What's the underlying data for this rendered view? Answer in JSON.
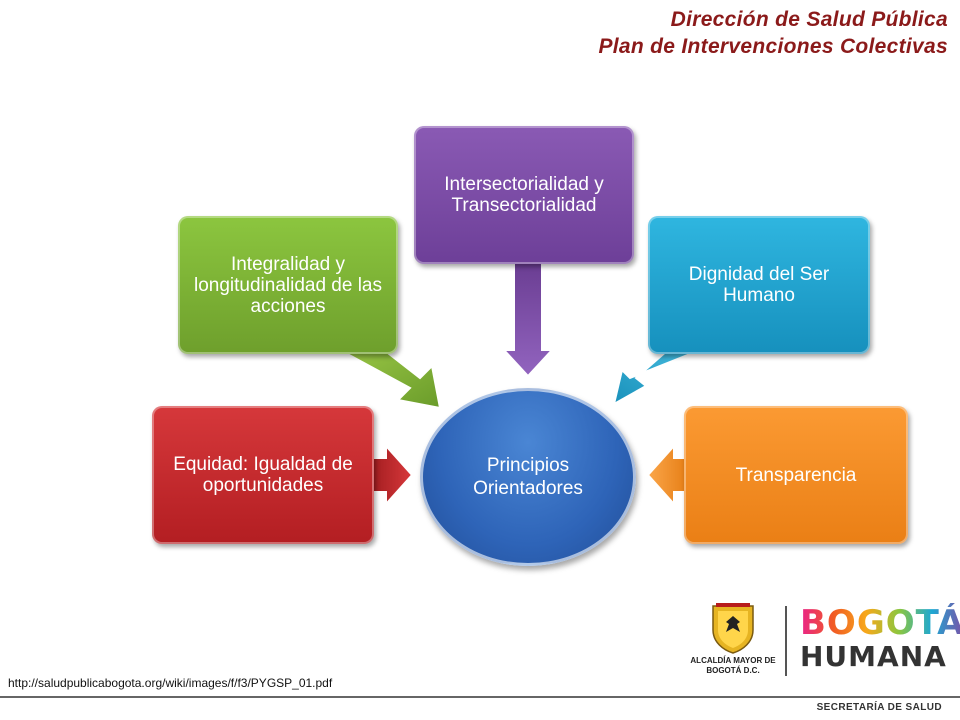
{
  "header": {
    "line1": "Dirección de Salud Pública",
    "line2": "Plan de Intervenciones Colectivas"
  },
  "center": {
    "label": "Principios Orientadores",
    "color": "#2e64b8"
  },
  "boxes": [
    {
      "label": "Equidad: Igualdad de oportunidades",
      "color": "#c8282b"
    },
    {
      "label": "Integralidad y longitudinalidad de las acciones",
      "color": "#7fb433"
    },
    {
      "label": "Intersectorialidad y Transectorialidad",
      "color": "#7e4ea6"
    },
    {
      "label": "Dignidad del Ser Humano",
      "color": "#1ea8d3"
    },
    {
      "label": "Transparencia",
      "color": "#f68c1f"
    }
  ],
  "source_url": "http://saludpublicabogota.org/wiki/images/f/f3/PYGSP_01.pdf",
  "logo": {
    "alcaldia": "ALCALDÍA MAYOR DE BOGOTÁ D.C.",
    "bogota": "BOGOTÁ",
    "humana": "HUMANA"
  },
  "footer": "SECRETARÍA DE SALUD"
}
